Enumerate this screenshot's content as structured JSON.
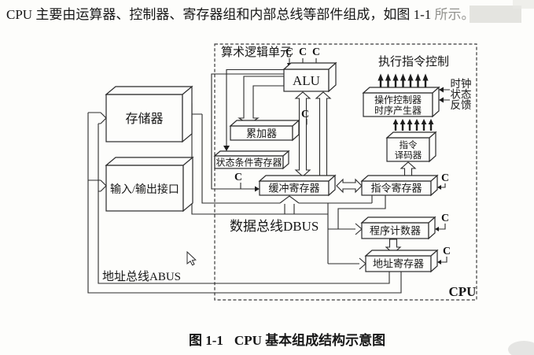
{
  "intro": {
    "main": "CPU 主要由运算器、控制器、寄存器组和内部总线等部件组成，如图 1-1 ",
    "faded": "所示。"
  },
  "caption": {
    "fig_no": "图 1-1",
    "title": "CPU 基本组成结构示意图"
  },
  "diagram": {
    "cpu": "CPU",
    "c": "C",
    "labels": {
      "alu_unit": "算术逻辑单元",
      "exec_ctrl": "执行指令控制",
      "clock": "时钟",
      "status": "状态",
      "feedback": "反馈",
      "dbus": "数据总线DBUS",
      "abus": "地址总线ABUS"
    },
    "boxes": {
      "memory": "存储器",
      "io": "输入/输出接口",
      "alu": "ALU",
      "acc": "累加器",
      "psw": "状态条件寄存器",
      "buffer": "缓冲寄存器",
      "ir": "指令寄存器",
      "decoder1": "指令",
      "decoder2": "译码器",
      "ctrl1": "操作控制器",
      "ctrl2": "时序产生器",
      "pc": "程序计数器",
      "ar": "地址寄存器"
    }
  }
}
